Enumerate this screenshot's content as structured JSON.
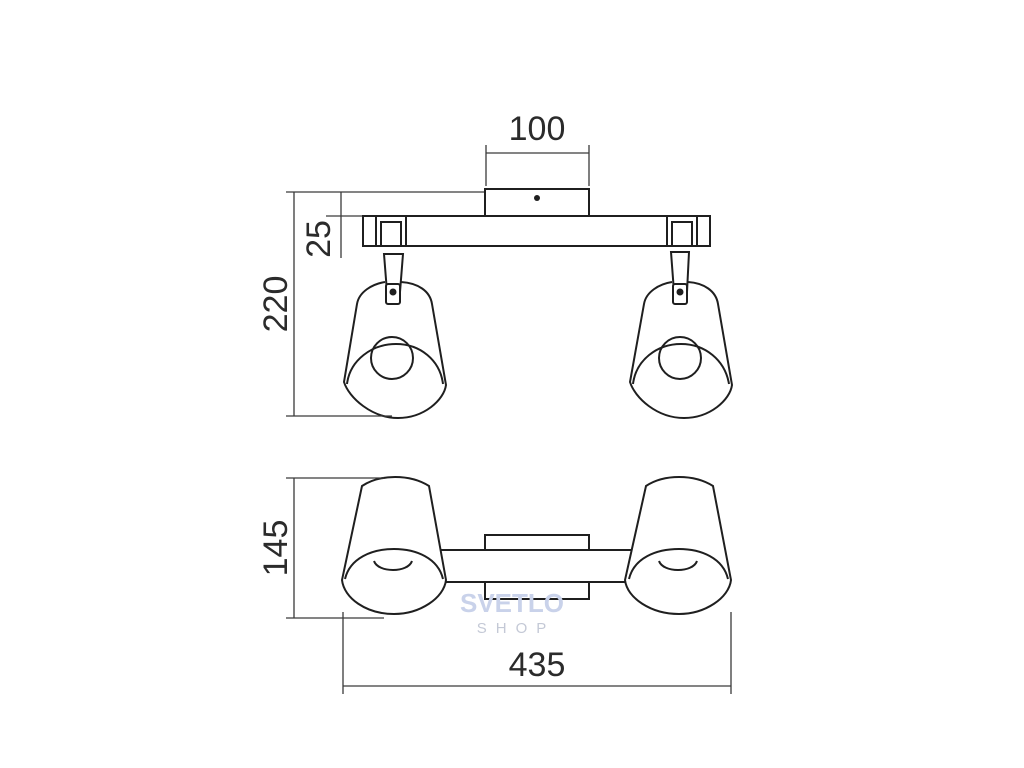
{
  "dimensions": {
    "top_width": "100",
    "plate_offset": "25",
    "height": "220",
    "depth": "145",
    "length": "435"
  },
  "watermark": {
    "line1": "SVETLO",
    "line2": "SHOP"
  }
}
